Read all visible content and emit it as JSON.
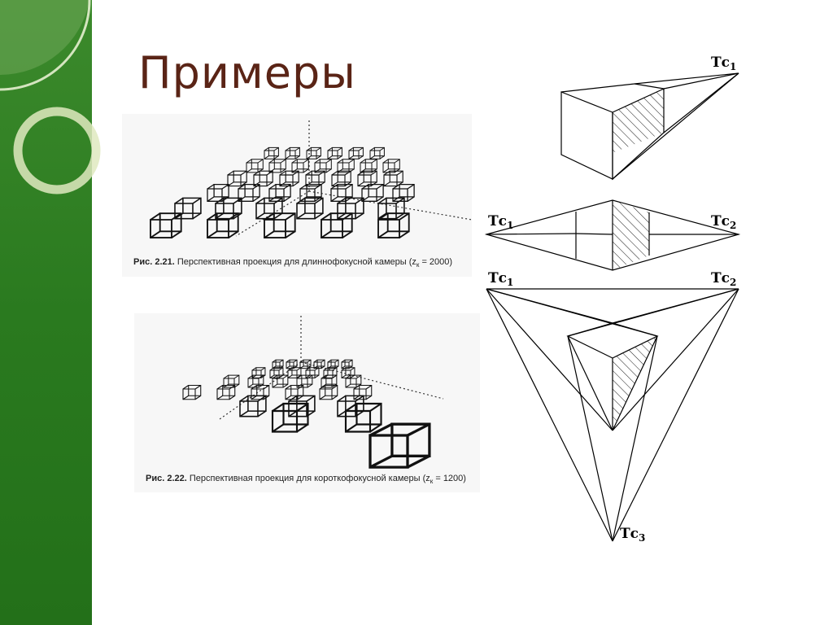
{
  "slide": {
    "title": "Примеры"
  },
  "figures": [
    {
      "id": "fig-2-21",
      "caption_prefix": "Рис. 2.21.",
      "caption_text": "Перспективная проекция для длиннофокусной камеры (z",
      "caption_sub": "к",
      "caption_tail": " = 2000)"
    },
    {
      "id": "fig-2-22",
      "caption_prefix": "Рис. 2.22.",
      "caption_text": "Перспективная проекция для короткофокусной камеры (z",
      "caption_sub": "к",
      "caption_tail": " = 1200)"
    }
  ],
  "perspective_diagram": {
    "one_point": {
      "vp1": "Тс",
      "vp1_sub": "1"
    },
    "two_point": {
      "vp1": "Тс",
      "vp1_sub": "1",
      "vp2": "Тс",
      "vp2_sub": "2"
    },
    "three_point": {
      "vp1": "Тс",
      "vp1_sub": "1",
      "vp2": "Тс",
      "vp2_sub": "2",
      "vp3": "Тс",
      "vp3_sub": "3"
    }
  },
  "colors": {
    "band": "#2a7a1f",
    "title": "#5a2416",
    "ring": "#d9e6b8"
  }
}
